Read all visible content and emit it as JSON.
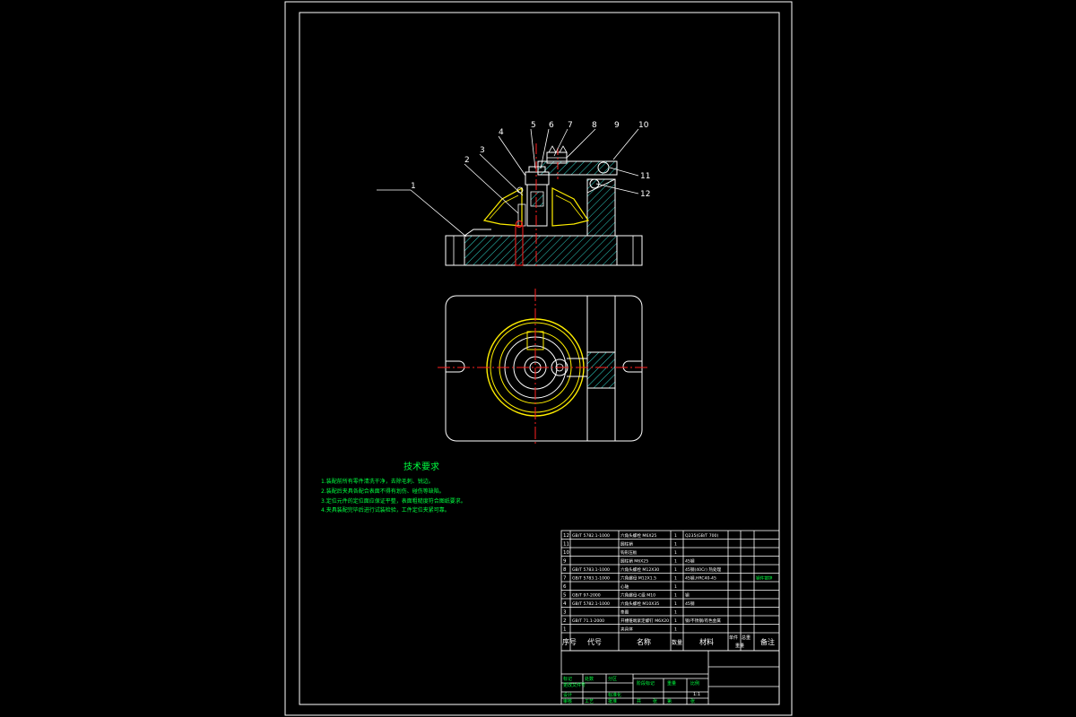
{
  "colors": {
    "background": "#000000",
    "outline": "#ffffff",
    "hatch": "#2fd3c7",
    "centerline": "#ff2020",
    "part_yellow": "#ffee00",
    "text_green": "#00ff40"
  },
  "technical_requirements": {
    "title": "技术要求",
    "lines": [
      "1.装配前所有零件清洗干净，去除毛刺、锐边。",
      "2.装配后夹具各配合表面不得有划伤、碰伤等缺陷。",
      "3.定位元件的定位面应保证平整，表面粗糙度符合图纸要求。",
      "4.夹具装配完毕后进行试装检验，工件定位夹紧可靠。"
    ]
  },
  "balloons": [
    "1",
    "2",
    "3",
    "4",
    "5",
    "6",
    "7",
    "8",
    "9",
    "10",
    "11",
    "12"
  ],
  "bom": {
    "rows": [
      {
        "no": "12",
        "code": "GB/T 5782.1-1000",
        "name": "六角头螺栓 M6X25",
        "qty": "1",
        "material": "Q235(GB/T 700)",
        "note": ""
      },
      {
        "no": "11",
        "code": "",
        "name": "圆柱销",
        "qty": "1",
        "material": "",
        "note": ""
      },
      {
        "no": "10",
        "code": "",
        "name": "钩形压板",
        "qty": "1",
        "material": "",
        "note": ""
      },
      {
        "no": "9",
        "code": "",
        "name": "圆柱销 M6X25",
        "qty": "1",
        "material": "45钢",
        "note": ""
      },
      {
        "no": "8",
        "code": "GB/T 5783.1-1000",
        "name": "六角头螺栓 M12X30",
        "qty": "1",
        "material": "45钢(40Cr) 热处理",
        "note": ""
      },
      {
        "no": "7",
        "code": "GB/T 5783.1-1000",
        "name": "六角螺母 M12X1.5",
        "qty": "1",
        "material": "45钢,HRC40-45",
        "note": "钢件镀锌"
      },
      {
        "no": "6",
        "code": "",
        "name": "心轴",
        "qty": "1",
        "material": "",
        "note": ""
      },
      {
        "no": "5",
        "code": "GB/T 97-2000",
        "name": "六角螺母-C级 M10",
        "qty": "1",
        "material": "钢",
        "note": ""
      },
      {
        "no": "4",
        "code": "GB/T 5782.1-1000",
        "name": "六角头螺栓 M10X35",
        "qty": "1",
        "material": "45钢",
        "note": ""
      },
      {
        "no": "3",
        "code": "",
        "name": "垫圈",
        "qty": "1",
        "material": "",
        "note": ""
      },
      {
        "no": "2",
        "code": "GB/T 71.1-2000",
        "name": "开槽锥端紧定螺钉 M6X20",
        "qty": "1",
        "material": "钢/不锈钢/有色金属",
        "note": ""
      },
      {
        "no": "1",
        "code": "",
        "name": "夹具体",
        "qty": "1",
        "material": "",
        "note": ""
      }
    ],
    "header": {
      "no": "序号",
      "code": "代号",
      "name": "名称",
      "qty": "数量",
      "material": "材料",
      "unit_weight": "单件",
      "total_weight": "总重",
      "weight": "重量",
      "note": "备注"
    }
  },
  "title_block": {
    "r1": [
      "标记",
      "处数",
      "分区",
      "更改文件号"
    ],
    "r2": [
      "设计",
      "标准化"
    ],
    "r3": [
      "阶段标记",
      "重量",
      "比例"
    ],
    "scale": "1:1",
    "r4": [
      "审核"
    ],
    "r5": [
      "工艺",
      "批准"
    ],
    "r6": [
      "共",
      "张",
      "第",
      "张"
    ]
  }
}
